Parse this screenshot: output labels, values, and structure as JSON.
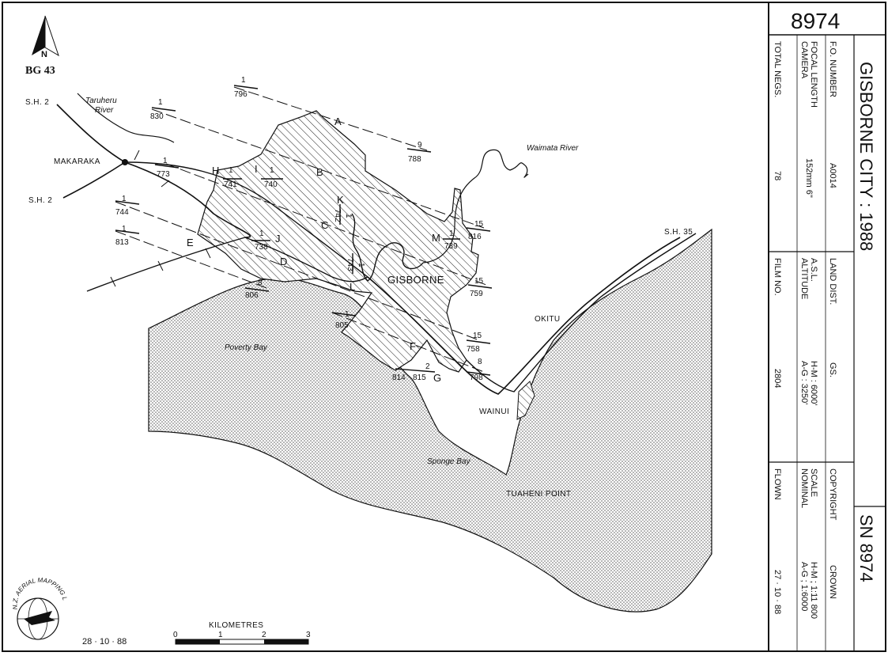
{
  "map": {
    "sheet_id": "BG 43",
    "north_label": "N",
    "date_printed": "28 · 10 · 88",
    "logo_text": "N.Z. AERIAL MAPPING LTD.",
    "scale_bar": {
      "title": "KILOMETRES",
      "ticks": [
        "0",
        "1",
        "2",
        "3"
      ]
    },
    "places": {
      "makaraka": "MAKARAKA",
      "gisborne": "GISBORNE",
      "okitu": "OKITU",
      "wainui": "WAINUI",
      "tuaheni": "TUAHENI POINT",
      "sh2_top": "S.H. 2",
      "sh2_left": "S.H. 2",
      "sh35": "S.H. 35",
      "taruheru": "Taruheru",
      "taruheru2": "River",
      "waimata": "Waimata River",
      "poverty_bay": "Poverty Bay",
      "sponge_bay": "Sponge Bay"
    },
    "strips": {
      "a": "A",
      "b": "B",
      "c": "C",
      "d": "D",
      "e": "E",
      "f": "F",
      "g": "G",
      "h": "H",
      "i": "I",
      "j": "J",
      "k": "K",
      "l": "L",
      "m": "M"
    },
    "frames": {
      "a_start_top": "1",
      "a_start_bot": "796",
      "a_end_top": "9",
      "a_end_bot": "788",
      "b_start_top": "1",
      "b_start_bot": "830",
      "b_end_top": "15",
      "b_end_bot": "816",
      "c_start_top": "1",
      "c_start_bot": "773",
      "c_end_top": "15",
      "c_end_bot": "759",
      "d_start_top": "1",
      "d_start_bot": "744",
      "d_end_top": "15",
      "d_end_bot": "758",
      "e_start_top": "1",
      "e_start_bot": "813",
      "e_end_top": "8",
      "e_end_bot": "806",
      "f_start_top": "1",
      "f_start_bot": "805",
      "f_end_top": "8",
      "f_end_bot": "798",
      "g_start": "814",
      "g_top": "2",
      "g_end": "815",
      "h_top": "1",
      "h_bot": "741",
      "i_top": "1",
      "i_bot": "740",
      "j_top": "1",
      "j_bot": "738",
      "k_top": "1",
      "k_bot": "742",
      "l_top": "1",
      "l_bot": "743",
      "m_top": "1",
      "m_bot": "739"
    }
  },
  "panel": {
    "number": "8974",
    "title": "GISBORNE   CITY   :   1988",
    "sn": "SN 8974",
    "rows": {
      "fo_label": "F.O. NUMBER",
      "fo_value": "A0014",
      "land_label": "LAND DIST.",
      "land_value": "GS.",
      "copy_label": "COPYRIGHT",
      "copy_value": "CROWN",
      "cam_label1": "CAMERA",
      "cam_label2": "FOCAL LENGTH",
      "cam_value": "152mm   6\"",
      "alt_label1": "ALTITUDE",
      "alt_label2": "A.S.L.",
      "alt_value1": "A-G : 3250'",
      "alt_value2": "H-M : 6000'",
      "scale_label1": "NOMINAL",
      "scale_label2": "SCALE",
      "scale_value1": "A-G ; 1:6000",
      "scale_value2": "H-M ; 1:11 800",
      "neg_label": "TOTAL NEGS.",
      "neg_value": "78",
      "film_label": "FILM NO.",
      "film_value": "2804",
      "flown_label": "FLOWN",
      "flown_value": "27 · 10 · 88"
    }
  }
}
